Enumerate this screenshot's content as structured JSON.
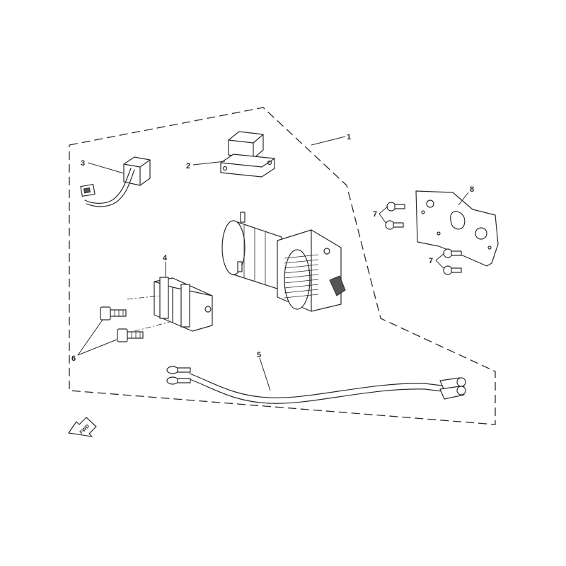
{
  "callouts": {
    "c1": "1",
    "c2": "2",
    "c3": "3",
    "c4": "4",
    "c5": "5",
    "c6": "6",
    "c7a": "7",
    "c7b": "7",
    "c8": "8"
  },
  "forward_marker": "FWD",
  "colors": {
    "line": "#2b2b2b",
    "background": "#ffffff"
  }
}
